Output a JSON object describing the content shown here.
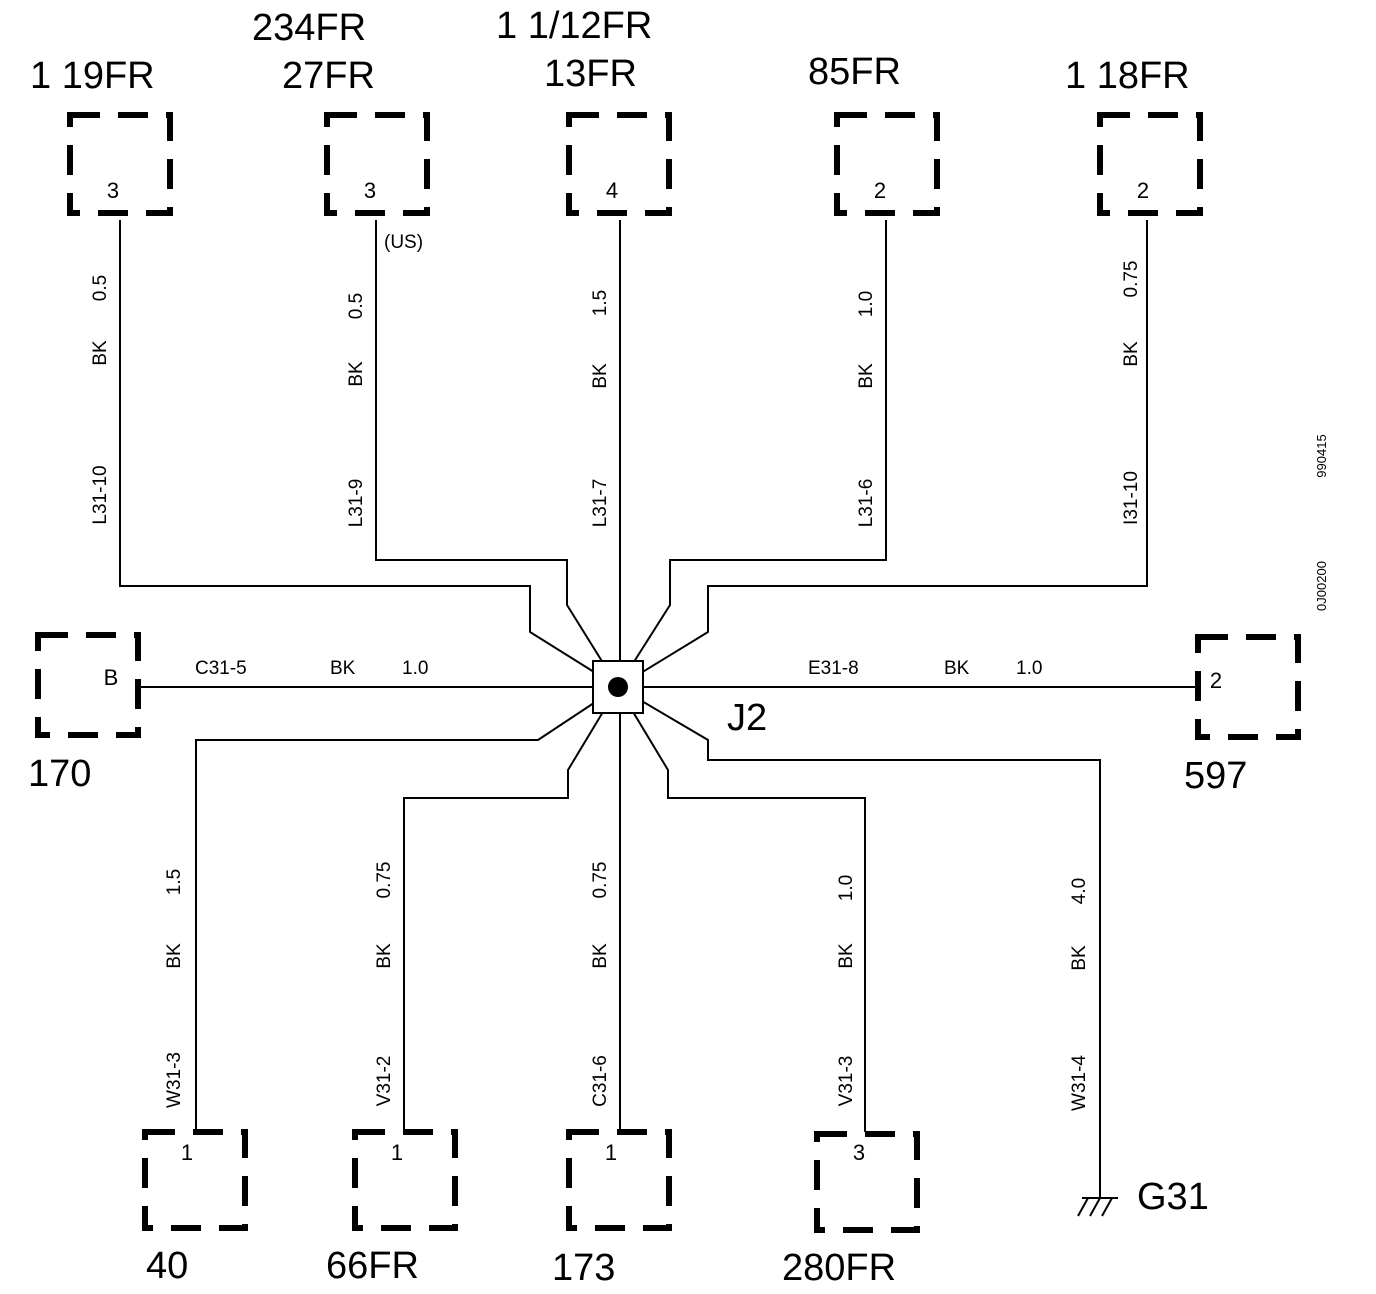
{
  "junction": {
    "label": "J2"
  },
  "ground": {
    "label": "G31"
  },
  "side_codes": {
    "a": "990415",
    "b": "0J00200"
  },
  "components": [
    {
      "id": "c119",
      "label_lines": [
        "1 19FR"
      ],
      "pin": "3"
    },
    {
      "id": "c27",
      "label_lines": [
        "234FR",
        "27FR"
      ],
      "pin": "3",
      "note": "(US)"
    },
    {
      "id": "c13",
      "label_lines": [
        "1 1/12FR",
        "13FR"
      ],
      "pin": "4"
    },
    {
      "id": "c85",
      "label_lines": [
        "85FR"
      ],
      "pin": "2"
    },
    {
      "id": "c118",
      "label_lines": [
        "1 18FR"
      ],
      "pin": "2"
    },
    {
      "id": "c170",
      "label_lines": [
        "170"
      ],
      "pin": "B"
    },
    {
      "id": "c597",
      "label_lines": [
        "597"
      ],
      "pin": "2"
    },
    {
      "id": "c40",
      "label_lines": [
        "40"
      ],
      "pin": "1"
    },
    {
      "id": "c66",
      "label_lines": [
        "66FR"
      ],
      "pin": "1"
    },
    {
      "id": "c173",
      "label_lines": [
        "173"
      ],
      "pin": "1"
    },
    {
      "id": "c280",
      "label_lines": [
        "280FR"
      ],
      "pin": "3"
    }
  ],
  "wires": [
    {
      "to": "c119",
      "code": "L31-10",
      "color": "BK",
      "size": "0.5"
    },
    {
      "to": "c27",
      "code": "L31-9",
      "color": "BK",
      "size": "0.5"
    },
    {
      "to": "c13",
      "code": "L31-7",
      "color": "BK",
      "size": "1.5"
    },
    {
      "to": "c85",
      "code": "L31-6",
      "color": "BK",
      "size": "1.0"
    },
    {
      "to": "c118",
      "code": "I31-10",
      "color": "BK",
      "size": "0.75"
    },
    {
      "to": "c170",
      "code": "C31-5",
      "color": "BK",
      "size": "1.0"
    },
    {
      "to": "c597",
      "code": "E31-8",
      "color": "BK",
      "size": "1.0"
    },
    {
      "to": "c40",
      "code": "W31-3",
      "color": "BK",
      "size": "1.5"
    },
    {
      "to": "c66",
      "code": "V31-2",
      "color": "BK",
      "size": "0.75"
    },
    {
      "to": "c173",
      "code": "C31-6",
      "color": "BK",
      "size": "0.75"
    },
    {
      "to": "c280",
      "code": "V31-3",
      "color": "BK",
      "size": "1.0"
    },
    {
      "to": "ground",
      "code": "W31-4",
      "color": "BK",
      "size": "4.0"
    }
  ]
}
